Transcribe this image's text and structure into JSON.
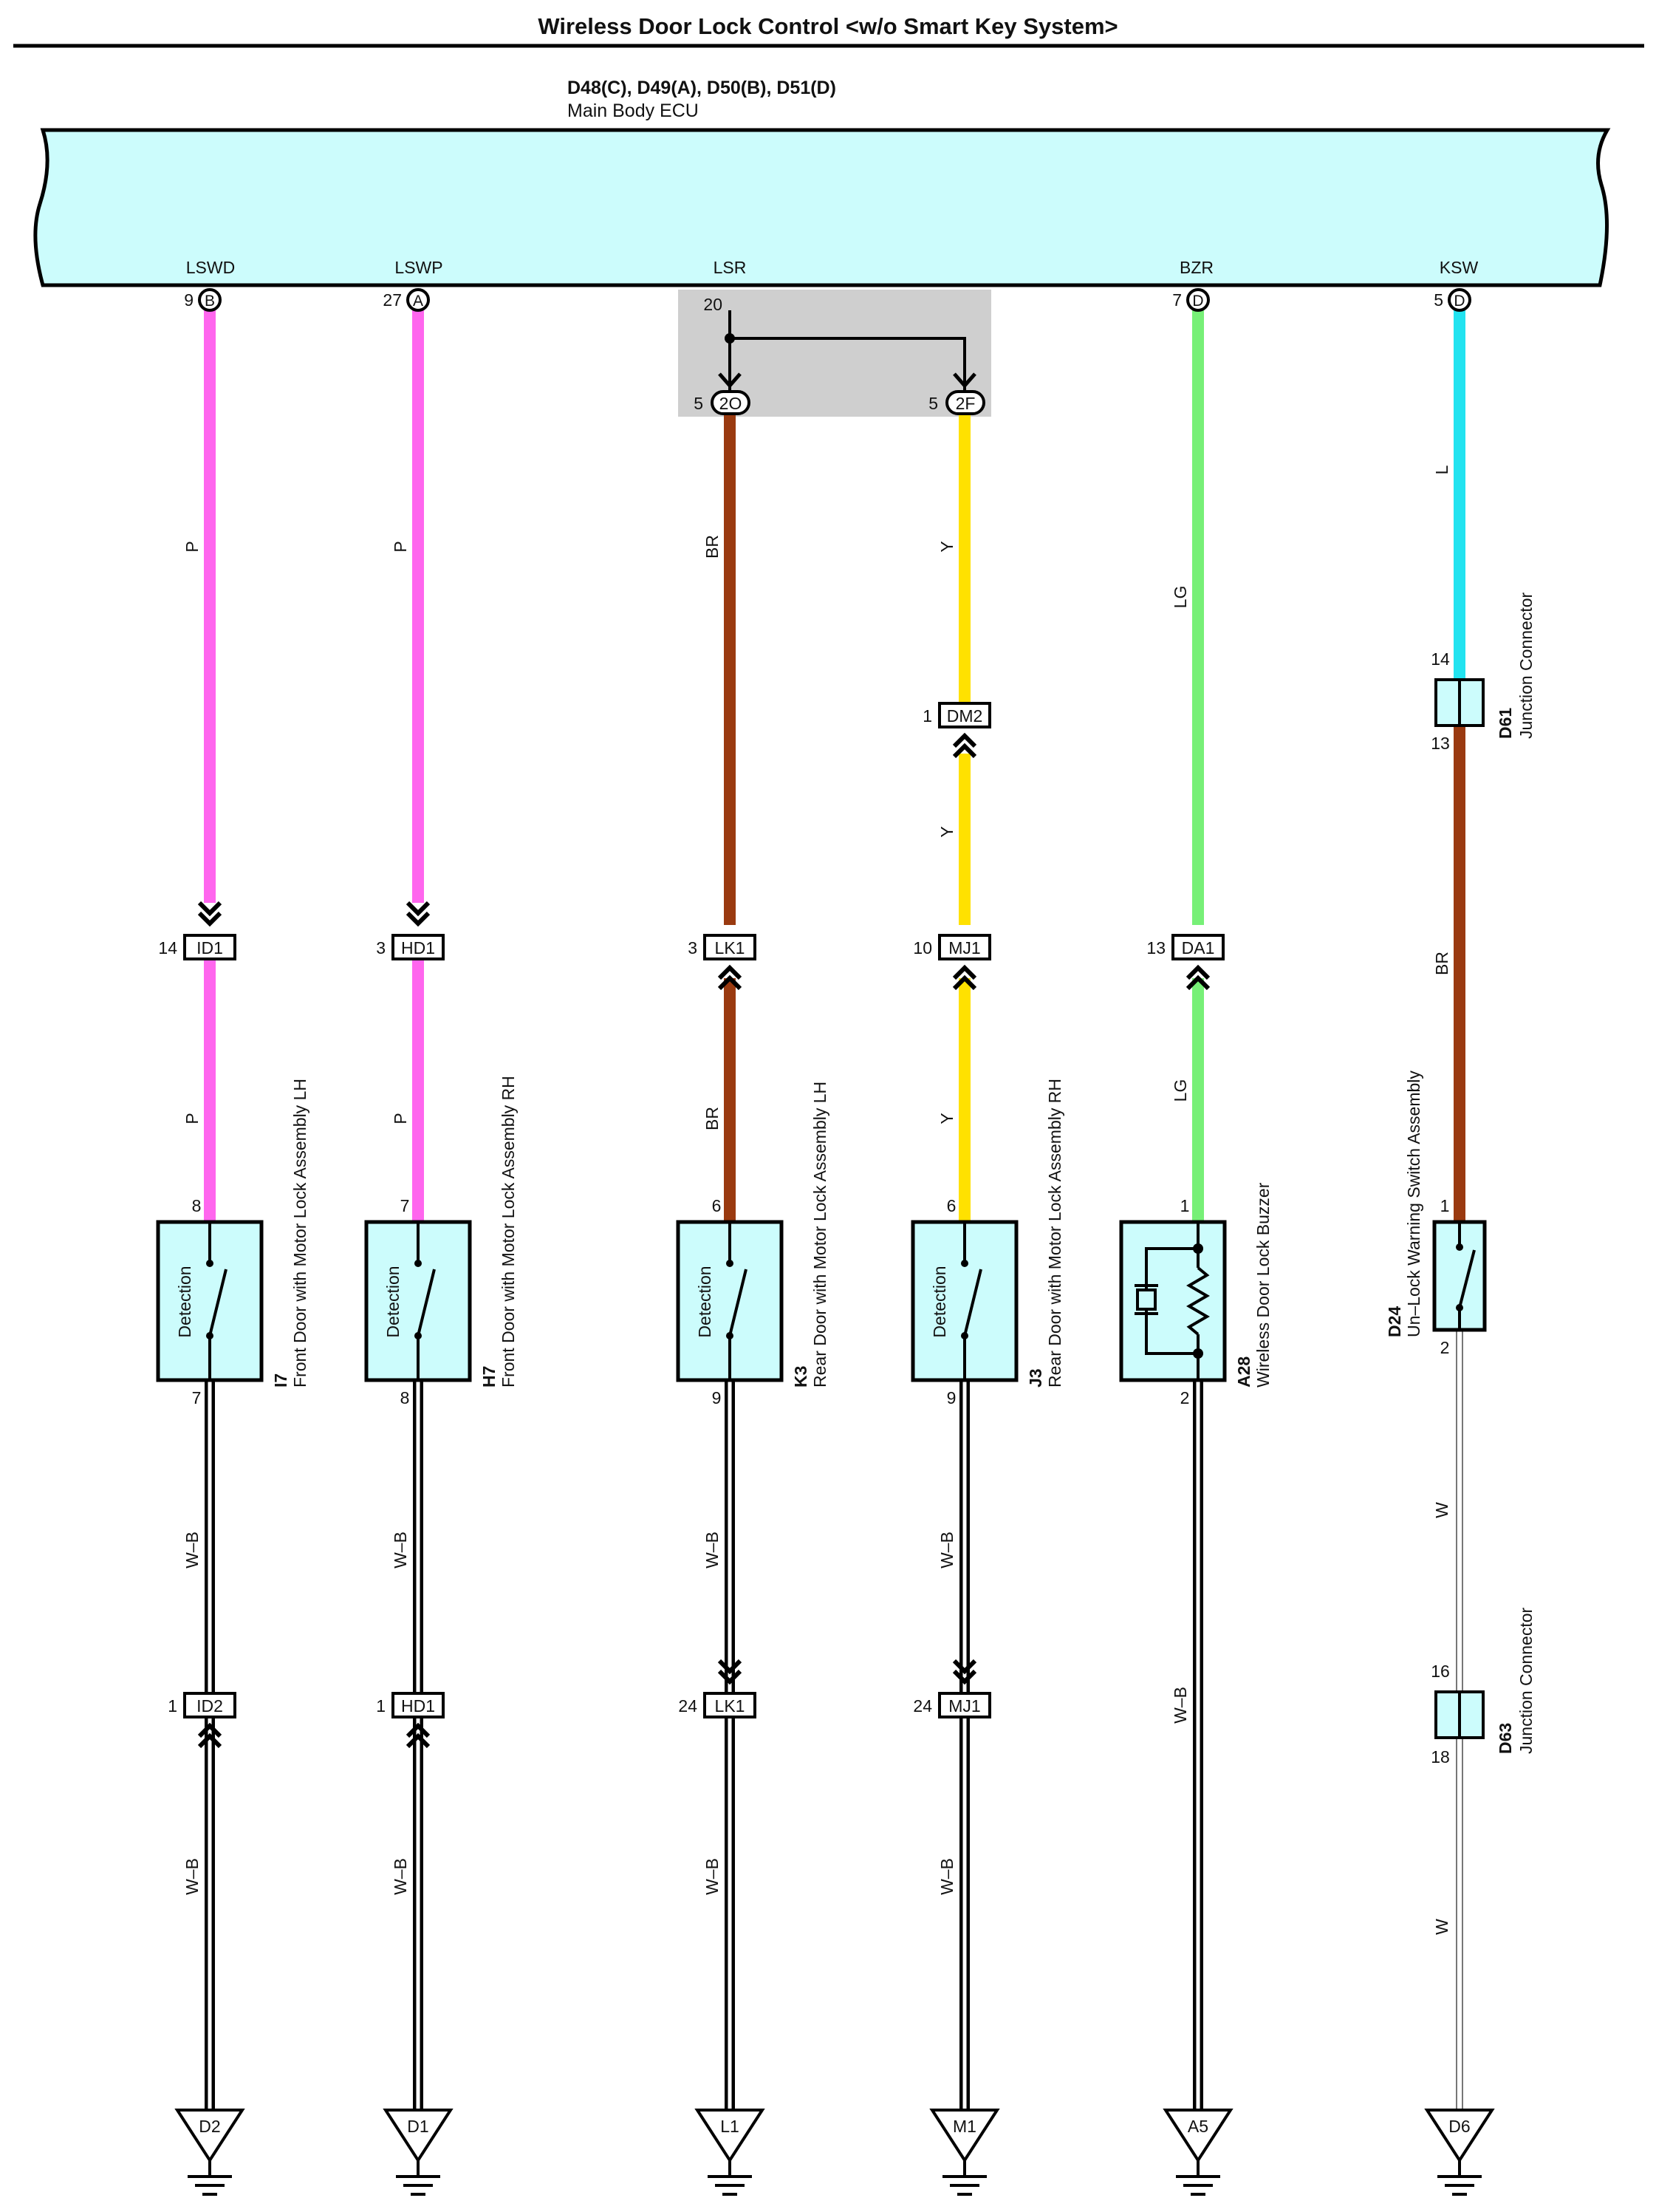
{
  "title": "Wireless Door Lock Control <w/o Smart Key System>",
  "ecu": {
    "connectors": "D48(C), D49(A), D50(B), D51(D)",
    "name": "Main Body ECU",
    "pins": [
      {
        "signal": "LSWD",
        "num": "9",
        "letter": "B"
      },
      {
        "signal": "LSWP",
        "num": "27",
        "letter": "A"
      },
      {
        "signal": "LSR",
        "num": "20",
        "letter": ""
      },
      {
        "signal": "BZR",
        "num": "7",
        "letter": "D"
      },
      {
        "signal": "KSW",
        "num": "5",
        "letter": "D"
      }
    ]
  },
  "junction_box": {
    "left": {
      "num": "5",
      "code": "2O"
    },
    "right": {
      "num": "5",
      "code": "2F"
    }
  },
  "wire_colors": {
    "P": "#ff66ee",
    "BR": "#9a3a10",
    "Y": "#ffe100",
    "LG": "#77f077",
    "L": "#22e3f0",
    "W": "#ffffff"
  },
  "body_color": "#ccfcfc",
  "columns": [
    {
      "upper_wire": "P",
      "upper_wire_lower": "P",
      "mid_conn": {
        "num": "14",
        "code": "ID1"
      },
      "device": {
        "kind": "switch",
        "label": "Detection",
        "pin_top": "8",
        "pin_bottom": "7",
        "id": "I7",
        "name": "Front Door with Motor Lock Assembly LH"
      },
      "ground_wire": "W–B",
      "ground_wire_lower": "W–B",
      "low_conn": {
        "num": "1",
        "code": "ID2"
      },
      "ground": "D2"
    },
    {
      "upper_wire": "P",
      "upper_wire_lower": "P",
      "mid_conn": {
        "num": "3",
        "code": "HD1"
      },
      "device": {
        "kind": "switch",
        "label": "Detection",
        "pin_top": "7",
        "pin_bottom": "8",
        "id": "H7",
        "name": "Front Door with Motor Lock Assembly RH"
      },
      "ground_wire": "W–B",
      "ground_wire_lower": "W–B",
      "low_conn": {
        "num": "1",
        "code": "HD1"
      },
      "ground": "D1"
    },
    {
      "upper_wire": "BR",
      "upper_wire_lower": "BR",
      "mid_conn": {
        "num": "3",
        "code": "LK1"
      },
      "device": {
        "kind": "switch",
        "label": "Detection",
        "pin_top": "6",
        "pin_bottom": "9",
        "id": "K3",
        "name": "Rear Door with Motor Lock Assembly LH"
      },
      "ground_wire": "W–B",
      "ground_wire_lower": "W–B",
      "low_conn": {
        "num": "24",
        "code": "LK1"
      },
      "ground": "L1"
    },
    {
      "upper_wire": "Y",
      "upper_wire_mid": "Y",
      "upper_wire_lower": "Y",
      "extra_conn": {
        "num": "1",
        "code": "DM2"
      },
      "mid_conn": {
        "num": "10",
        "code": "MJ1"
      },
      "device": {
        "kind": "switch",
        "label": "Detection",
        "pin_top": "6",
        "pin_bottom": "9",
        "id": "J3",
        "name": "Rear Door with Motor Lock Assembly RH"
      },
      "ground_wire": "W–B",
      "ground_wire_lower": "W–B",
      "low_conn": {
        "num": "24",
        "code": "MJ1"
      },
      "ground": "M1"
    },
    {
      "upper_wire": "LG",
      "upper_wire_lower": "LG",
      "mid_conn": {
        "num": "13",
        "code": "DA1"
      },
      "device": {
        "kind": "buzzer",
        "pin_top": "1",
        "pin_bottom": "2",
        "id": "A28",
        "name": "Wireless Door Lock Buzzer"
      },
      "ground_wire": "W–B",
      "ground": "A5"
    },
    {
      "upper_wire": "L",
      "j1": {
        "id": "D61",
        "name": "Junction Connector",
        "pin_top": "14",
        "pin_bottom": "13"
      },
      "mid_wire": "BR",
      "device": {
        "kind": "switch",
        "pin_top": "1",
        "pin_bottom": "2",
        "id": "D24",
        "name": "Un–Lock Warning Switch Assembly"
      },
      "ground_wire": "W",
      "j2": {
        "id": "D63",
        "name": "Junction Connector",
        "pin_top": "16",
        "pin_bottom": "18"
      },
      "ground_wire_lower": "W",
      "ground": "D6"
    }
  ]
}
